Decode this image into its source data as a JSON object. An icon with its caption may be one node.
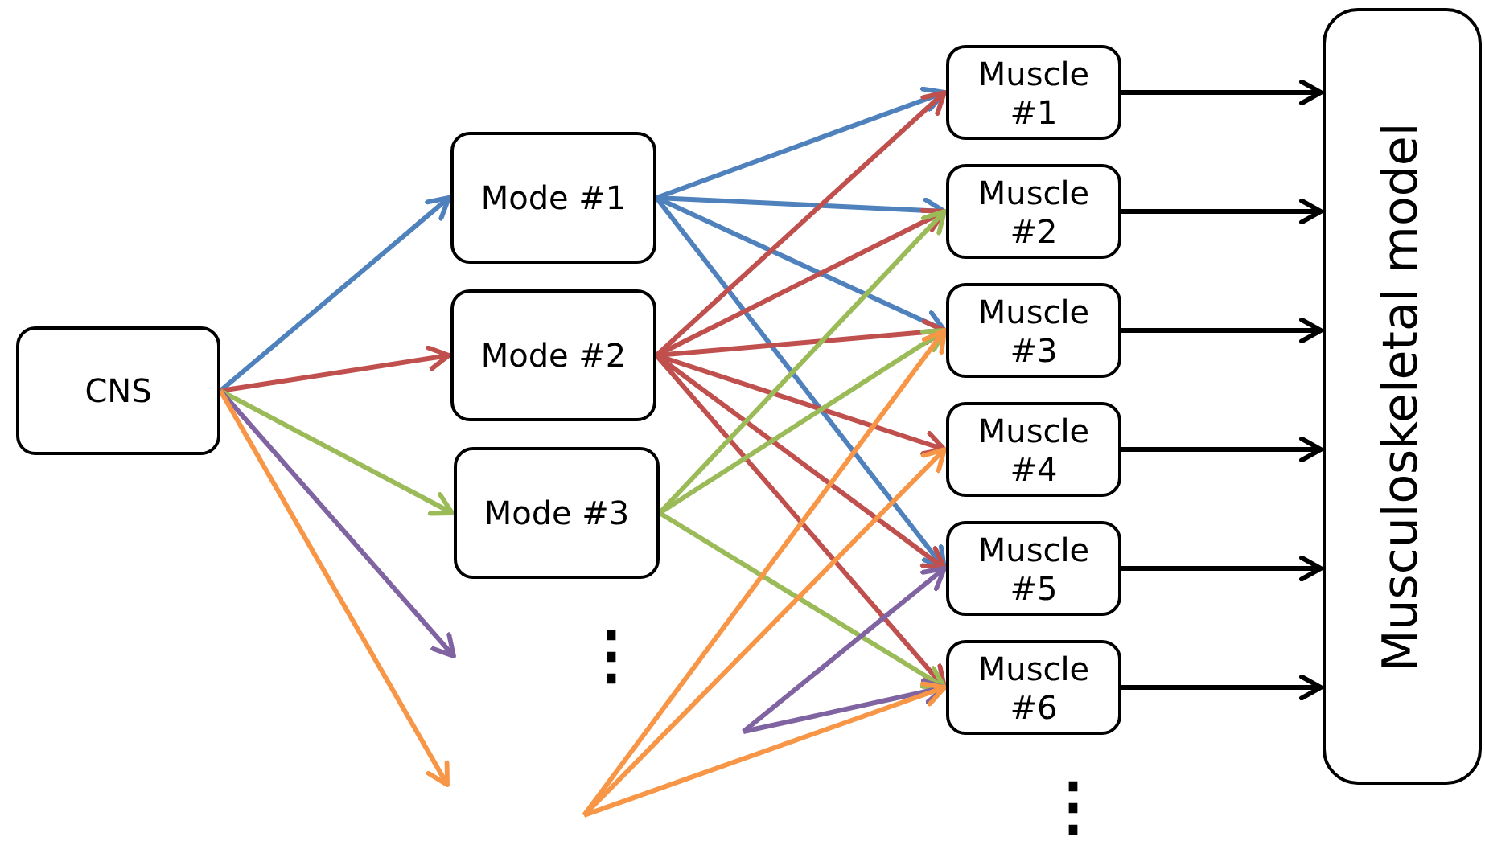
{
  "diagram": {
    "nodes": [
      {
        "text": [
          "CNS"
        ]
      },
      {
        "text": [
          "Mode #1"
        ]
      },
      {
        "text": [
          "Mode #2"
        ]
      },
      {
        "text": [
          "Mode #3"
        ]
      },
      {
        "text": [
          "Muscle #1"
        ]
      },
      {
        "text": [
          "Muscle #2"
        ]
      },
      {
        "text": [
          "Muscle #3"
        ]
      },
      {
        "text": [
          "Muscle #4"
        ]
      },
      {
        "text": [
          "Muscle #5"
        ]
      },
      {
        "text": [
          "Muscle #6"
        ]
      },
      {
        "text": [
          "Musculoskeletal model"
        ]
      }
    ],
    "edges": [
      {
        "from": 0,
        "to": 1,
        "arrow": "to",
        "color": "#4f81bd"
      },
      {
        "from": 0,
        "to": 2,
        "arrow": "to",
        "color": "#c0504d"
      },
      {
        "from": 0,
        "to": 3,
        "arrow": "to",
        "color": "#9bbb59"
      },
      {
        "from": 0,
        "to": null,
        "arrow": "to",
        "color": "#8064a2"
      },
      {
        "from": 0,
        "to": null,
        "arrow": "to",
        "color": "#f79646"
      },
      {
        "from": 1,
        "to": 4,
        "arrow": "to",
        "color": "#4f81bd"
      },
      {
        "from": 1,
        "to": 5,
        "arrow": "to",
        "color": "#4f81bd"
      },
      {
        "from": 1,
        "to": 6,
        "arrow": "to",
        "color": "#4f81bd"
      },
      {
        "from": 1,
        "to": 8,
        "arrow": "to",
        "color": "#4f81bd"
      },
      {
        "from": 2,
        "to": 4,
        "arrow": "to",
        "color": "#c0504d"
      },
      {
        "from": 2,
        "to": 5,
        "arrow": "to",
        "color": "#c0504d"
      },
      {
        "from": 2,
        "to": 6,
        "arrow": "to",
        "color": "#c0504d"
      },
      {
        "from": 2,
        "to": 7,
        "arrow": "to",
        "color": "#c0504d"
      },
      {
        "from": 2,
        "to": 8,
        "arrow": "to",
        "color": "#c0504d"
      },
      {
        "from": 2,
        "to": 9,
        "arrow": "to",
        "color": "#c0504d"
      },
      {
        "from": 3,
        "to": 5,
        "arrow": "to",
        "color": "#9bbb59"
      },
      {
        "from": 3,
        "to": 6,
        "arrow": "to",
        "color": "#9bbb59"
      },
      {
        "from": 3,
        "to": 9,
        "arrow": "to",
        "color": "#9bbb59"
      },
      {
        "from": null,
        "to": 8,
        "arrow": "to",
        "color": "#8064a2"
      },
      {
        "from": null,
        "to": 9,
        "arrow": "to",
        "color": "#8064a2"
      },
      {
        "from": null,
        "to": 6,
        "arrow": "to",
        "color": "#f79646"
      },
      {
        "from": null,
        "to": 7,
        "arrow": "to",
        "color": "#f79646"
      },
      {
        "from": null,
        "to": 9,
        "arrow": "to",
        "color": "#f79646"
      },
      {
        "from": 4,
        "to": 10,
        "arrow": "to",
        "color": "#000000"
      },
      {
        "from": 5,
        "to": 10,
        "arrow": "to",
        "color": "#000000"
      },
      {
        "from": 6,
        "to": 10,
        "arrow": "to",
        "color": "#000000"
      },
      {
        "from": 7,
        "to": 10,
        "arrow": "to",
        "color": "#000000"
      },
      {
        "from": 8,
        "to": 10,
        "arrow": "to",
        "color": "#000000"
      },
      {
        "from": 9,
        "to": 10,
        "arrow": "to",
        "color": "#000000"
      }
    ],
    "labels": [
      "⋮",
      "⋮"
    ]
  }
}
